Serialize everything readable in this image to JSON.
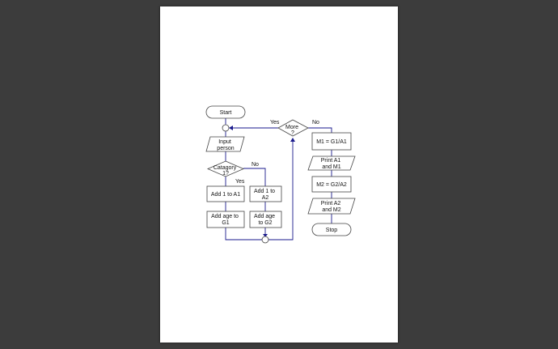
{
  "colors": {
    "viewer_background": "#3c3c3c",
    "page": "#ffffff",
    "flow_line": "#1a1a8c",
    "shape_border": "#444444"
  },
  "flowchart": {
    "start": "Start",
    "input": [
      "Input",
      "person"
    ],
    "category_decision": [
      "Catagory",
      "1?"
    ],
    "category_yes": "Yes",
    "category_no": "No",
    "add_a1": "Add 1 to A1",
    "add_a2": [
      "Add 1 to",
      "A2"
    ],
    "add_g1": [
      "Add age to",
      "G1"
    ],
    "add_g2": [
      "Add age",
      "to G2"
    ],
    "more_decision": [
      "More",
      "?"
    ],
    "more_yes": "Yes",
    "more_no": "No",
    "m1": "M1 = G1/A1",
    "print1": [
      "Print A1",
      "and M1"
    ],
    "m2": "M2 = G2/A2",
    "print2": [
      "Print A2",
      "and M2"
    ],
    "stop": "Stop"
  }
}
